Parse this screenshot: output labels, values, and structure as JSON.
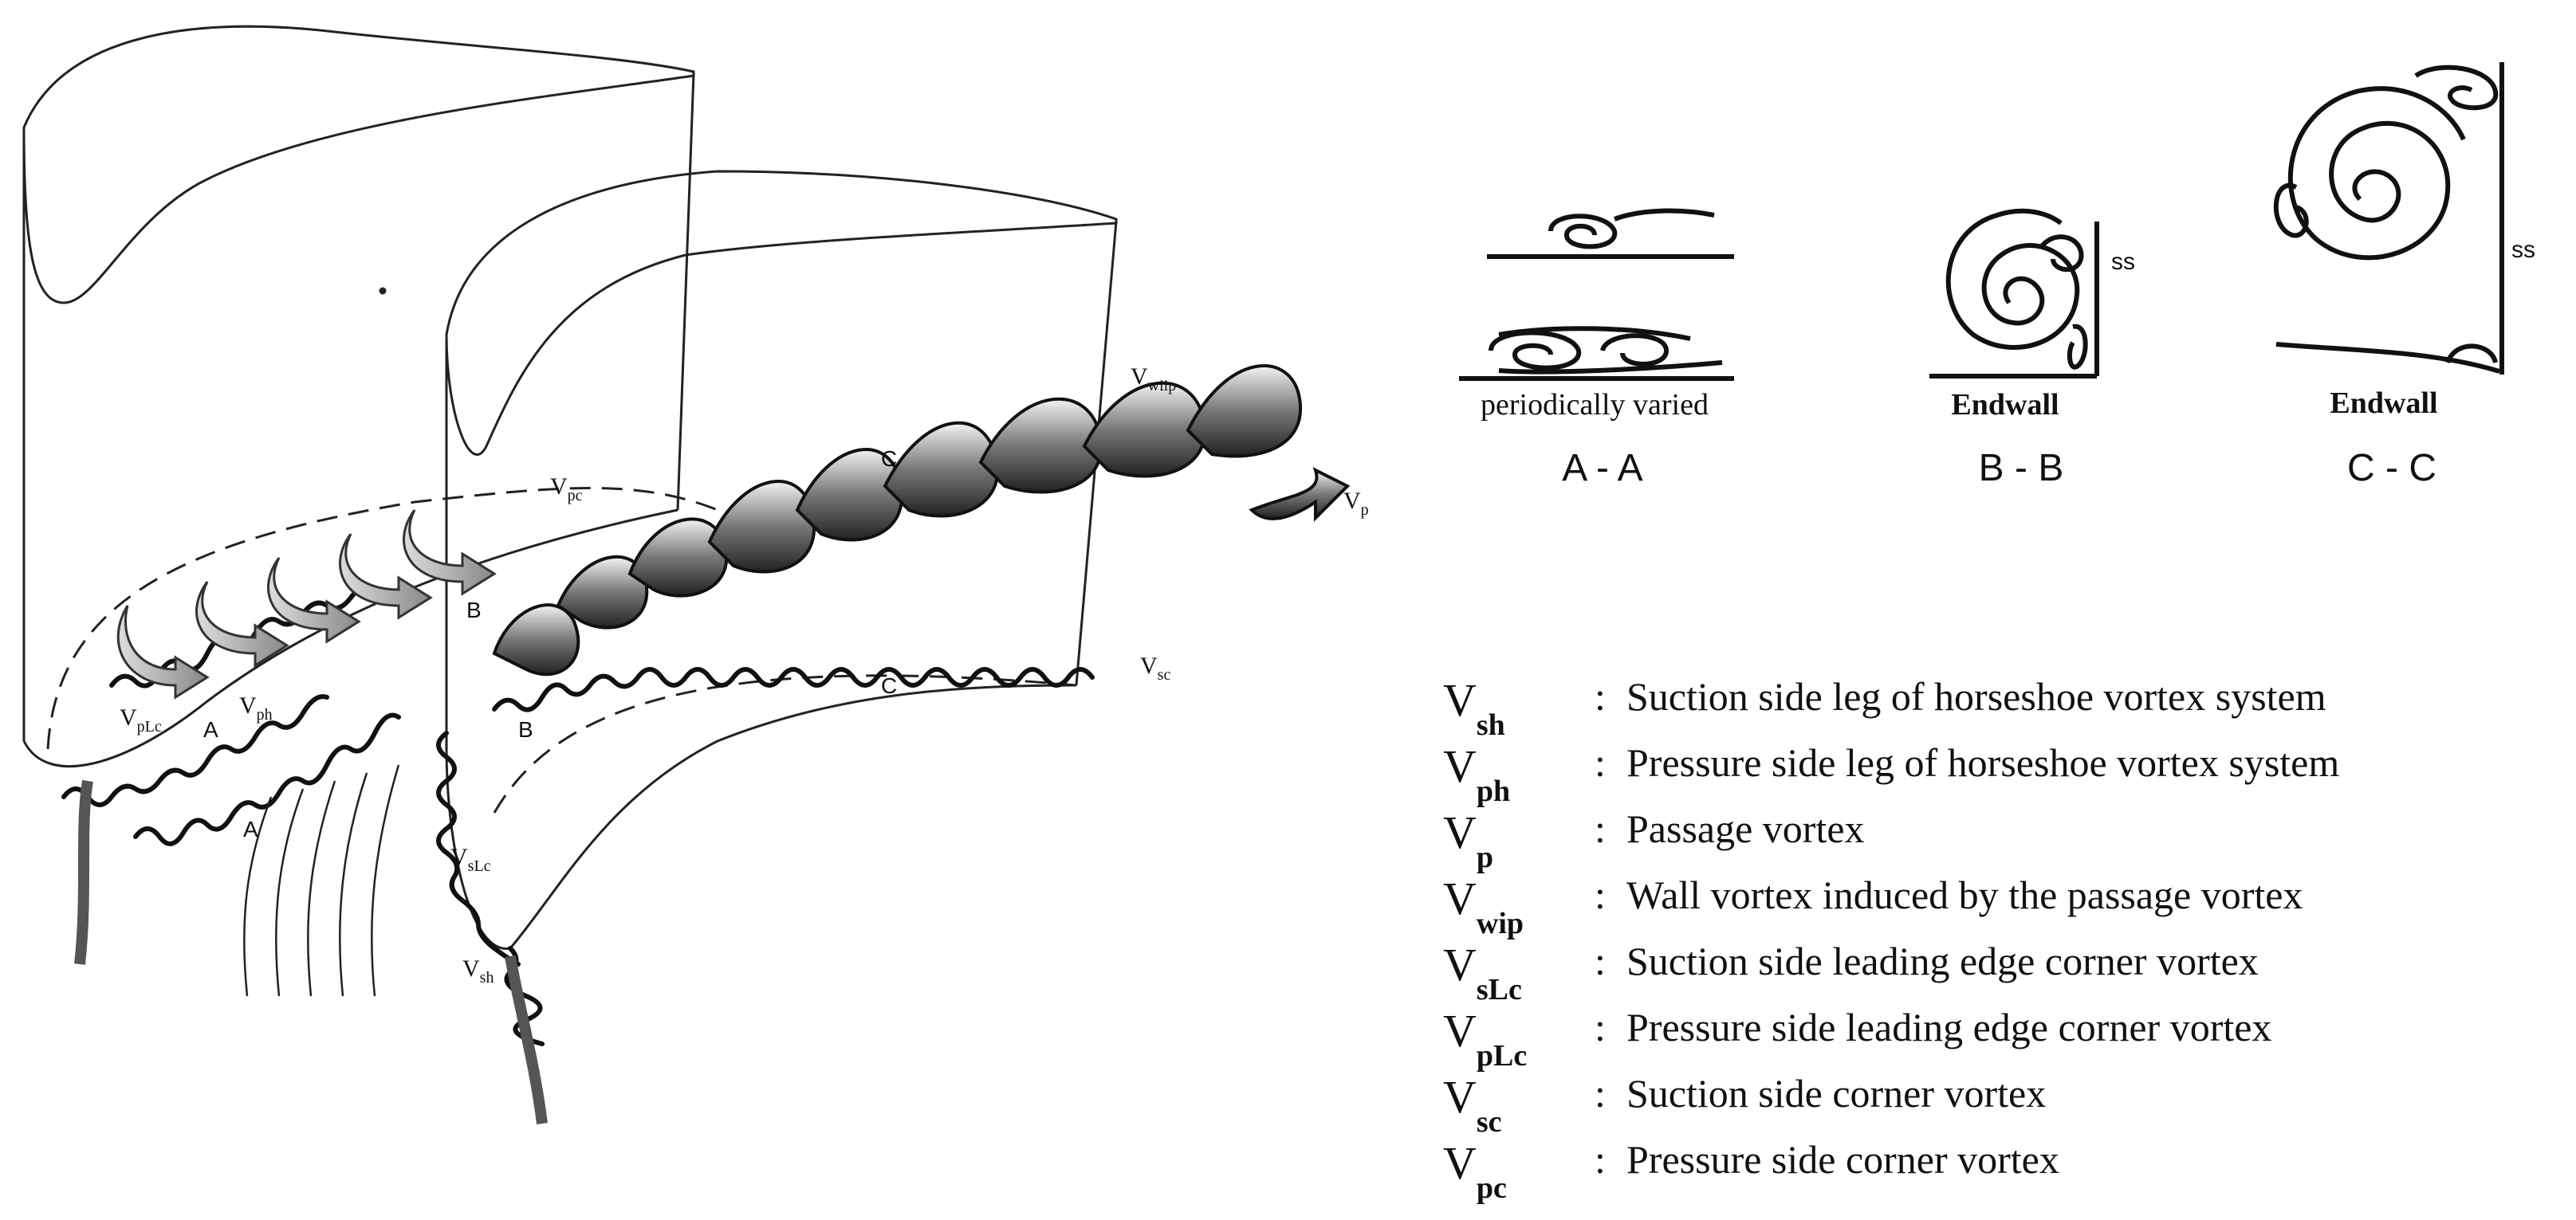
{
  "main_figure": {
    "blade_labels": {
      "v_pc": "V",
      "v_pc_sub": "pc",
      "v_wiip": "V",
      "v_wiip_sub": "wiip",
      "v_p": "V",
      "v_p_sub": "p",
      "v_sc": "V",
      "v_sc_sub": "sc",
      "v_ph": "V",
      "v_ph_sub": "ph",
      "v_plc": "V",
      "v_plc_sub": "pLc",
      "v_slc": "V",
      "v_slc_sub": "sLc",
      "v_sh": "V",
      "v_sh_sub": "sh"
    },
    "section_marks": {
      "a1": "A",
      "a2": "A",
      "b1": "B",
      "b2": "B",
      "c1": "C",
      "c2": "C"
    }
  },
  "sections": [
    {
      "caption": "periodically varied",
      "name": "A - A",
      "wall_label": ""
    },
    {
      "caption": "Endwall",
      "name": "B - B",
      "wall_label": "ss"
    },
    {
      "caption": "Endwall",
      "name": "C - C",
      "wall_label": "ss"
    }
  ],
  "legend": [
    {
      "symbol": "V",
      "sub": "sh",
      "desc": "Suction side leg of horseshoe vortex system"
    },
    {
      "symbol": "V",
      "sub": "ph",
      "desc": "Pressure side leg of horseshoe vortex system"
    },
    {
      "symbol": "V",
      "sub": "p",
      "desc": "Passage vortex"
    },
    {
      "symbol": "V",
      "sub": "wip",
      "desc": "Wall vortex induced by the passage vortex"
    },
    {
      "symbol": "V",
      "sub": "sLc",
      "desc": "Suction side leading edge corner vortex"
    },
    {
      "symbol": "V",
      "sub": "pLc",
      "desc": "Pressure side leading edge corner vortex"
    },
    {
      "symbol": "V",
      "sub": "sc",
      "desc": "Suction side corner vortex"
    },
    {
      "symbol": "V",
      "sub": "pc",
      "desc": "Pressure side corner vortex"
    }
  ],
  "legend_colon": ":"
}
